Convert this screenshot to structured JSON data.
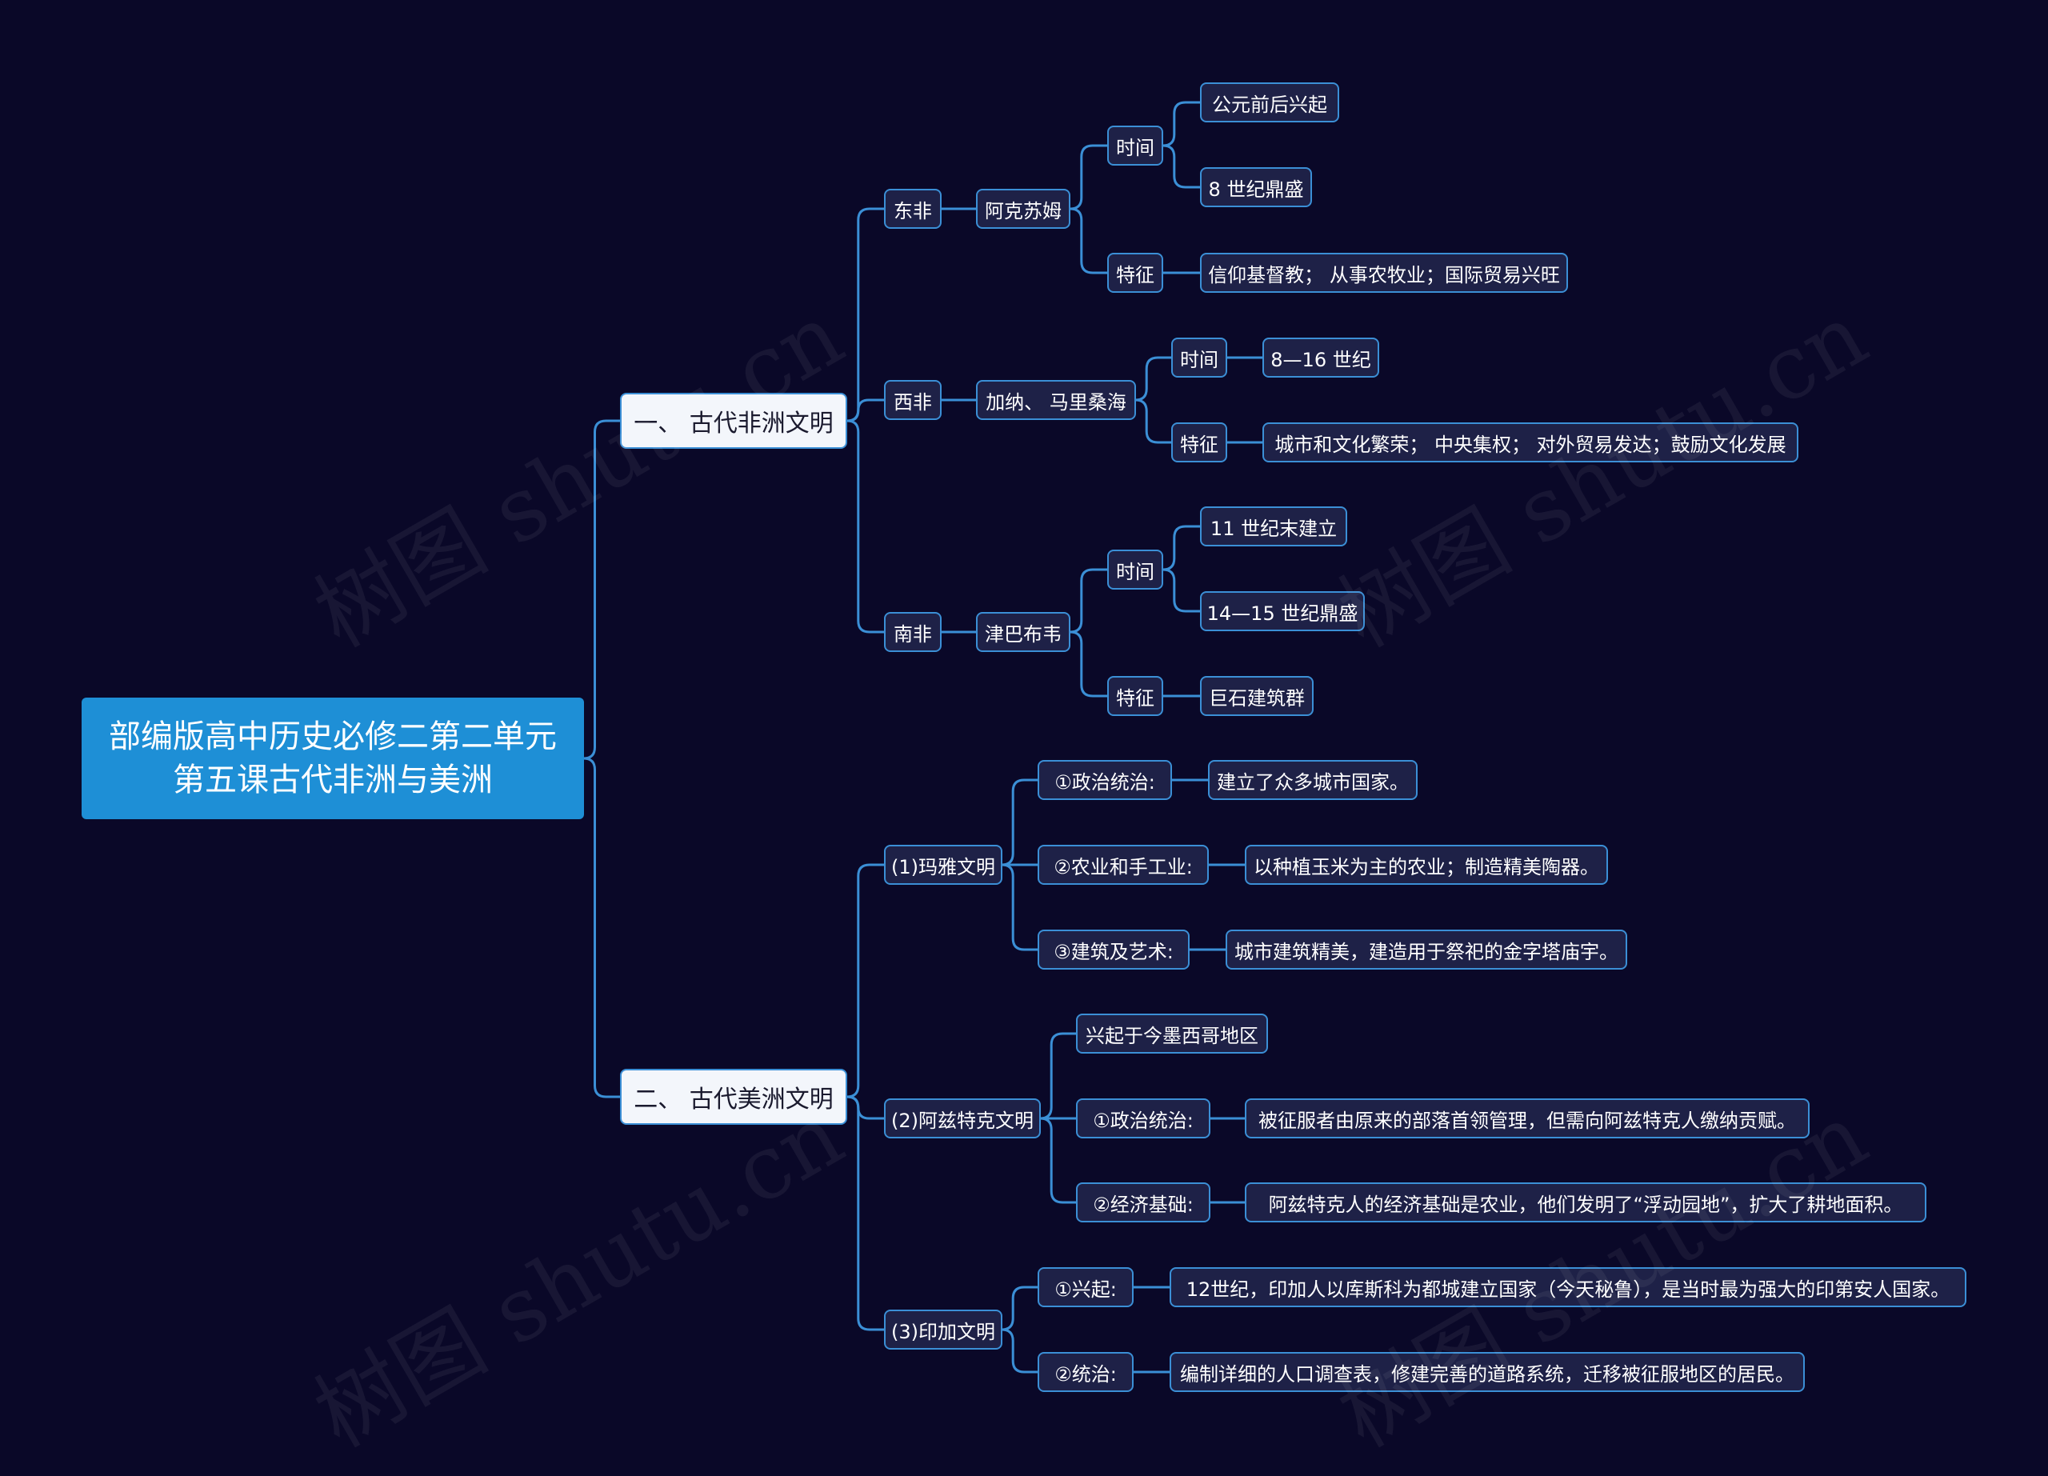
{
  "root": {
    "line1": "部编版高中历史必修二第二单元",
    "line2": "第五课古代非洲与美洲"
  },
  "africa": {
    "label": "一、 古代非洲文明",
    "east": {
      "label": "东非",
      "state": "阿克苏姆",
      "time_label": "时间",
      "time_1": "公元前后兴起",
      "time_2": "8 世纪鼎盛",
      "feature_label": "特征",
      "feature": "信仰基督教； 从事农牧业；国际贸易兴旺"
    },
    "west": {
      "label": "西非",
      "state": "加纳、 马里桑海",
      "time_label": "时间",
      "time": "8—16 世纪",
      "feature_label": "特征",
      "feature": "城市和文化繁荣； 中央集权； 对外贸易发达；鼓励文化发展"
    },
    "south": {
      "label": "南非",
      "state": "津巴布韦",
      "time_label": "时间",
      "time_1": "11 世纪末建立",
      "time_2": "14—15 世纪鼎盛",
      "feature_label": "特征",
      "feature": "巨石建筑群"
    }
  },
  "america": {
    "label": "二、 古代美洲文明",
    "maya": {
      "label": "(1)玛雅文明",
      "p1_label": "①政治统治:",
      "p1": "建立了众多城市国家。",
      "p2_label": "②农业和手工业:",
      "p2": "以种植玉米为主的农业；制造精美陶器。",
      "p3_label": "③建筑及艺术:",
      "p3": "城市建筑精美，建造用于祭祀的金字塔庙宇。"
    },
    "aztec": {
      "label": "(2)阿兹特克文明",
      "origin": "兴起于今墨西哥地区",
      "p1_label": "①政治统治:",
      "p1": "被征服者由原来的部落首领管理，但需向阿兹特克人缴纳贡赋。",
      "p2_label": "②经济基础:",
      "p2": "阿兹特克人的经济基础是农业，他们发明了“浮动园地”，扩大了耕地面积。"
    },
    "inca": {
      "label": "(3)印加文明",
      "p1_label": "①兴起:",
      "p1": "12世纪，印加人以库斯科为都城建立国家（今天秘鲁），是当时最为强大的印第安人国家。",
      "p2_label": "②统治:",
      "p2": "编制详细的人口调查表，修建完善的道路系统，迁移被征服地区的居民。"
    }
  },
  "watermark": "树图 shutu.cn",
  "colors": {
    "background": "#0a0828",
    "line": "#3b8fd6",
    "root": "#1e8fd6",
    "node": "#1e2147"
  }
}
